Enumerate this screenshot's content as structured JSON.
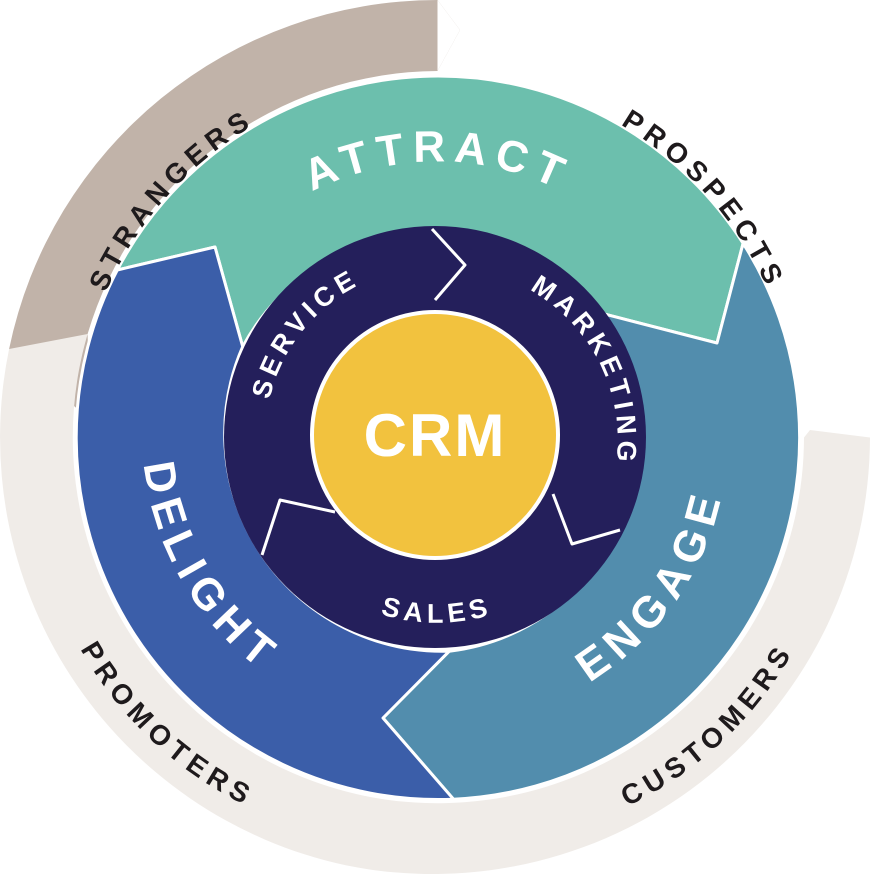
{
  "outer": {
    "strangers": "STRANGERS",
    "prospects": "PROSPECTS",
    "customers": "CUSTOMERS",
    "promoters": "PROMOTERS"
  },
  "stages": {
    "attract": "ATTRACT",
    "engage": "ENGAGE",
    "delight": "DELIGHT"
  },
  "teams": {
    "service": "SERVICE",
    "marketing": "MARKETING",
    "sales": "SALES"
  },
  "hub": {
    "label": "CRM"
  },
  "colors": {
    "outer_tan": "#c1b3a9",
    "outer_light": "#f0ece8",
    "attract": "#6cbfad",
    "engage": "#528dad",
    "delight": "#3b5ea9",
    "inner_ring": "#241f5b",
    "hub": "#f2c23e"
  }
}
